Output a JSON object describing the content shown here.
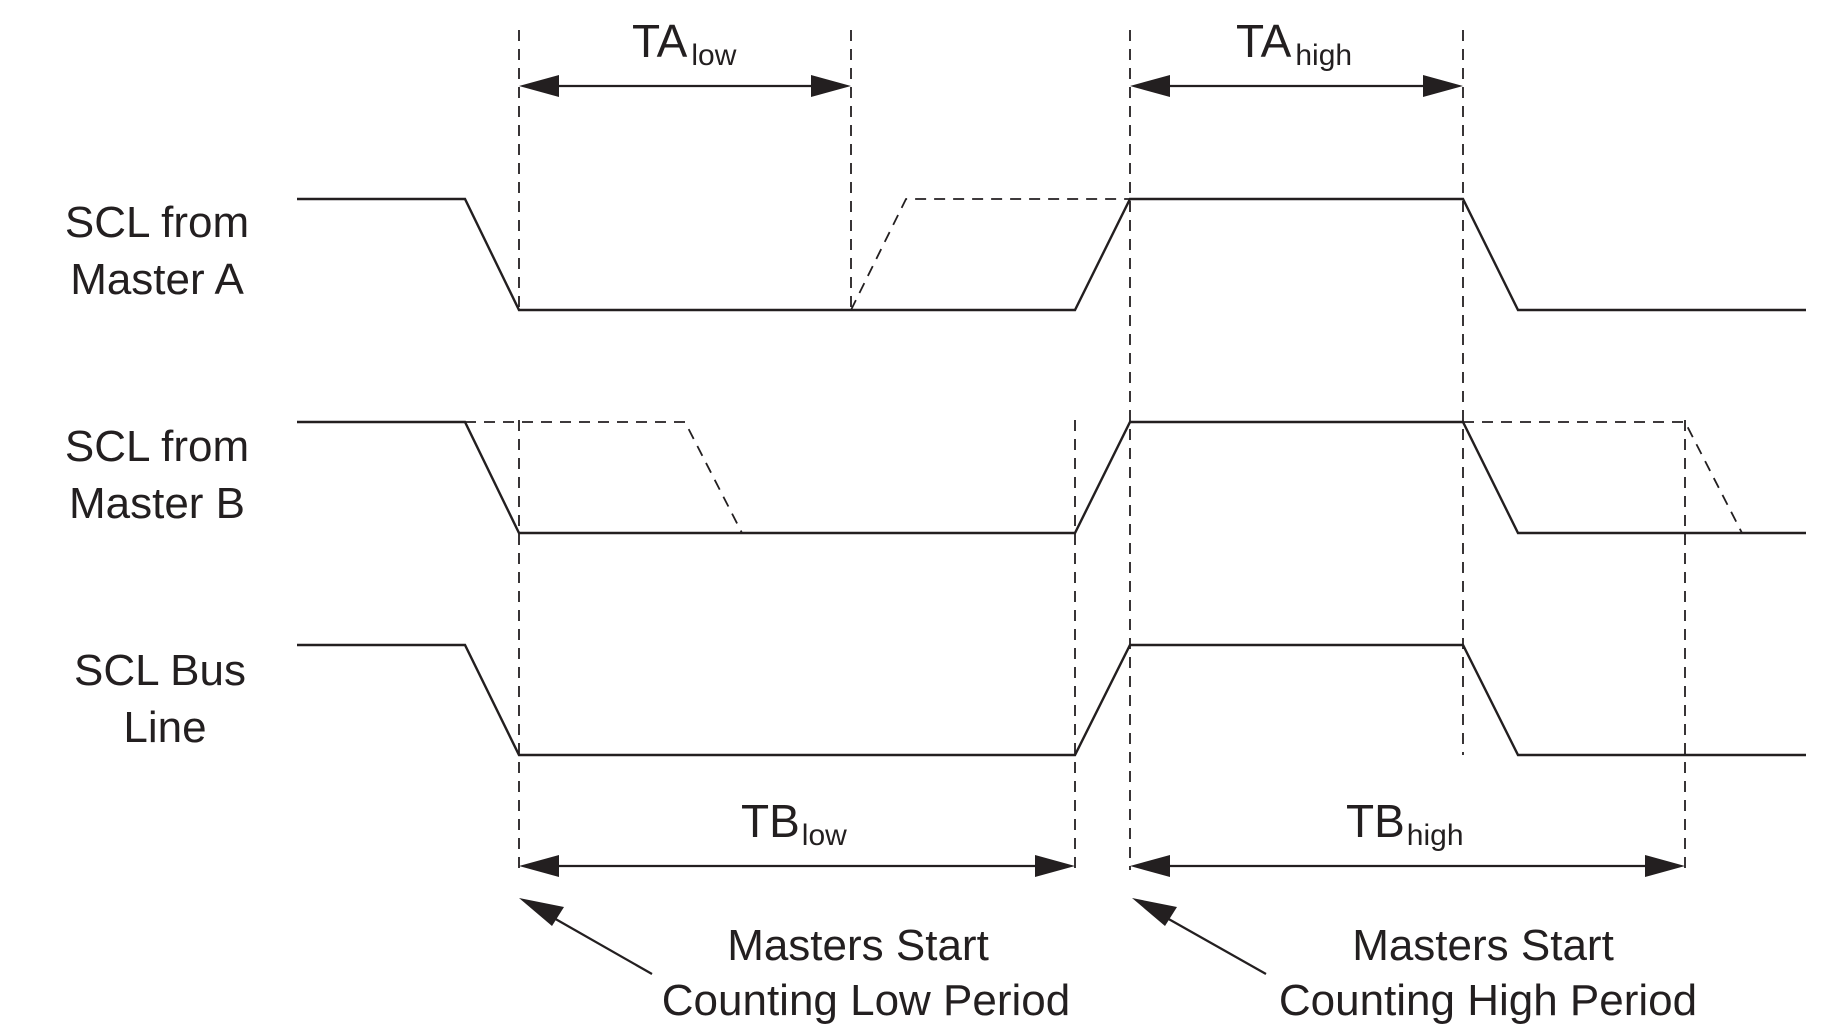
{
  "signals": {
    "master_a": {
      "line1": "SCL from",
      "line2": "Master A"
    },
    "master_b": {
      "line1": "SCL from",
      "line2": "Master B"
    },
    "bus": {
      "line1": "SCL Bus",
      "line2": "Line"
    }
  },
  "timings": {
    "ta_low": {
      "main": "TA",
      "sub": "low"
    },
    "ta_high": {
      "main": "TA",
      "sub": "high"
    },
    "tb_low": {
      "main": "TB",
      "sub": "low"
    },
    "tb_high": {
      "main": "TB",
      "sub": "high"
    }
  },
  "notes": {
    "low": {
      "line1": "Masters Start",
      "line2": "Counting Low Period"
    },
    "high": {
      "line1": "Masters Start",
      "line2": "Counting High Period"
    }
  }
}
